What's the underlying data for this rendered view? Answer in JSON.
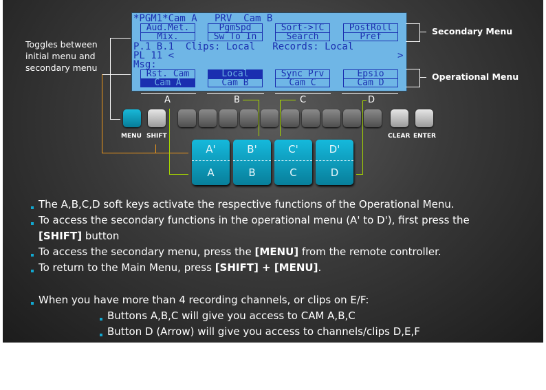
{
  "lcd": {
    "line1": "*PGM1*Cam A   PRV  Cam B",
    "secondary": [
      [
        "Aud.Met.",
        "Mix."
      ],
      [
        "PgmSpd",
        "Sw To In"
      ],
      [
        "Sort->TC",
        "Search"
      ],
      [
        "PostRoll",
        "Pref"
      ]
    ],
    "line3": "P.1 B.1  Clips: Local   Records: Local",
    "line4": "PL 11 <",
    "arrow": ">",
    "line5": "Msg:",
    "operational": [
      [
        "Rst. Cam",
        "Cam A"
      ],
      [
        "Local",
        "Cam B"
      ],
      [
        "Sync Prv",
        "Cam C"
      ],
      [
        "Epsio",
        "Cam D"
      ]
    ]
  },
  "annotations": {
    "toggle": "Toggles between initial menu and secondary menu",
    "secondary_menu": "Secondary Menu",
    "operational_menu": "Operational Menu",
    "letters": [
      "A",
      "B",
      "C",
      "D"
    ]
  },
  "buttons": {
    "menu": "MENU",
    "shift": "SHIFT",
    "clear": "CLEAR",
    "enter": "ENTER"
  },
  "softkeys": [
    {
      "top": "A'",
      "bottom": "A"
    },
    {
      "top": "B'",
      "bottom": "B"
    },
    {
      "top": "C'",
      "bottom": "C"
    },
    {
      "top": "D'",
      "bottom": "D"
    }
  ],
  "bullets": {
    "b1": "The A,B,C,D soft keys activate the respective functions of the Operational Menu.",
    "b2a": "To access the secondary functions in the operational menu (A' to D'), first press the",
    "b2b": "[SHIFT]",
    "b2c": " button",
    "b3a": "To access the secondary menu, press the ",
    "b3b": "[MENU]",
    "b3c": " from the remote controller.",
    "b4a": "To return to the Main Menu, press ",
    "b4b": "[SHIFT] + [MENU]",
    "b4c": ".",
    "b5": "When you have more than 4 recording channels, or clips on E/F:",
    "b6": "Buttons A,B,C will give you access to CAM A,B,C",
    "b7": "Button D (Arrow) will give you access to channels/clips D,E,F"
  }
}
